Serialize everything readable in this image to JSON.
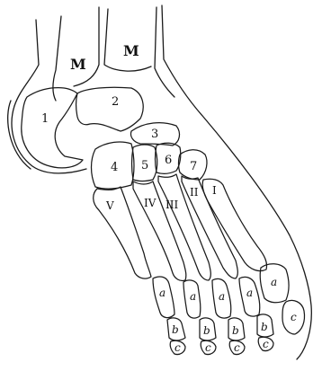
{
  "figure": {
    "labels": {
      "malleolus_left": "M",
      "malleolus_right": "M",
      "calcaneus": "1",
      "talus": "2",
      "navicular": "3",
      "cuboid": "4",
      "cuneiform_lateral": "5",
      "cuneiform_intermediate": "6",
      "cuneiform_medial": "7",
      "metatarsal_5": "V",
      "metatarsal_4": "IV",
      "metatarsal_3": "III",
      "metatarsal_2": "II",
      "metatarsal_1": "I",
      "phalanx_a_1": "a",
      "phalanx_a_2": "a",
      "phalanx_a_3": "a",
      "phalanx_a_4": "a",
      "phalanx_a_5": "a",
      "phalanx_b_1": "b",
      "phalanx_b_2": "b",
      "phalanx_b_3": "b",
      "phalanx_b_4": "b",
      "phalanx_c_1": "c",
      "phalanx_c_2": "c",
      "phalanx_c_3": "c",
      "phalanx_c_4": "c",
      "phalanx_c_5": "c"
    }
  }
}
